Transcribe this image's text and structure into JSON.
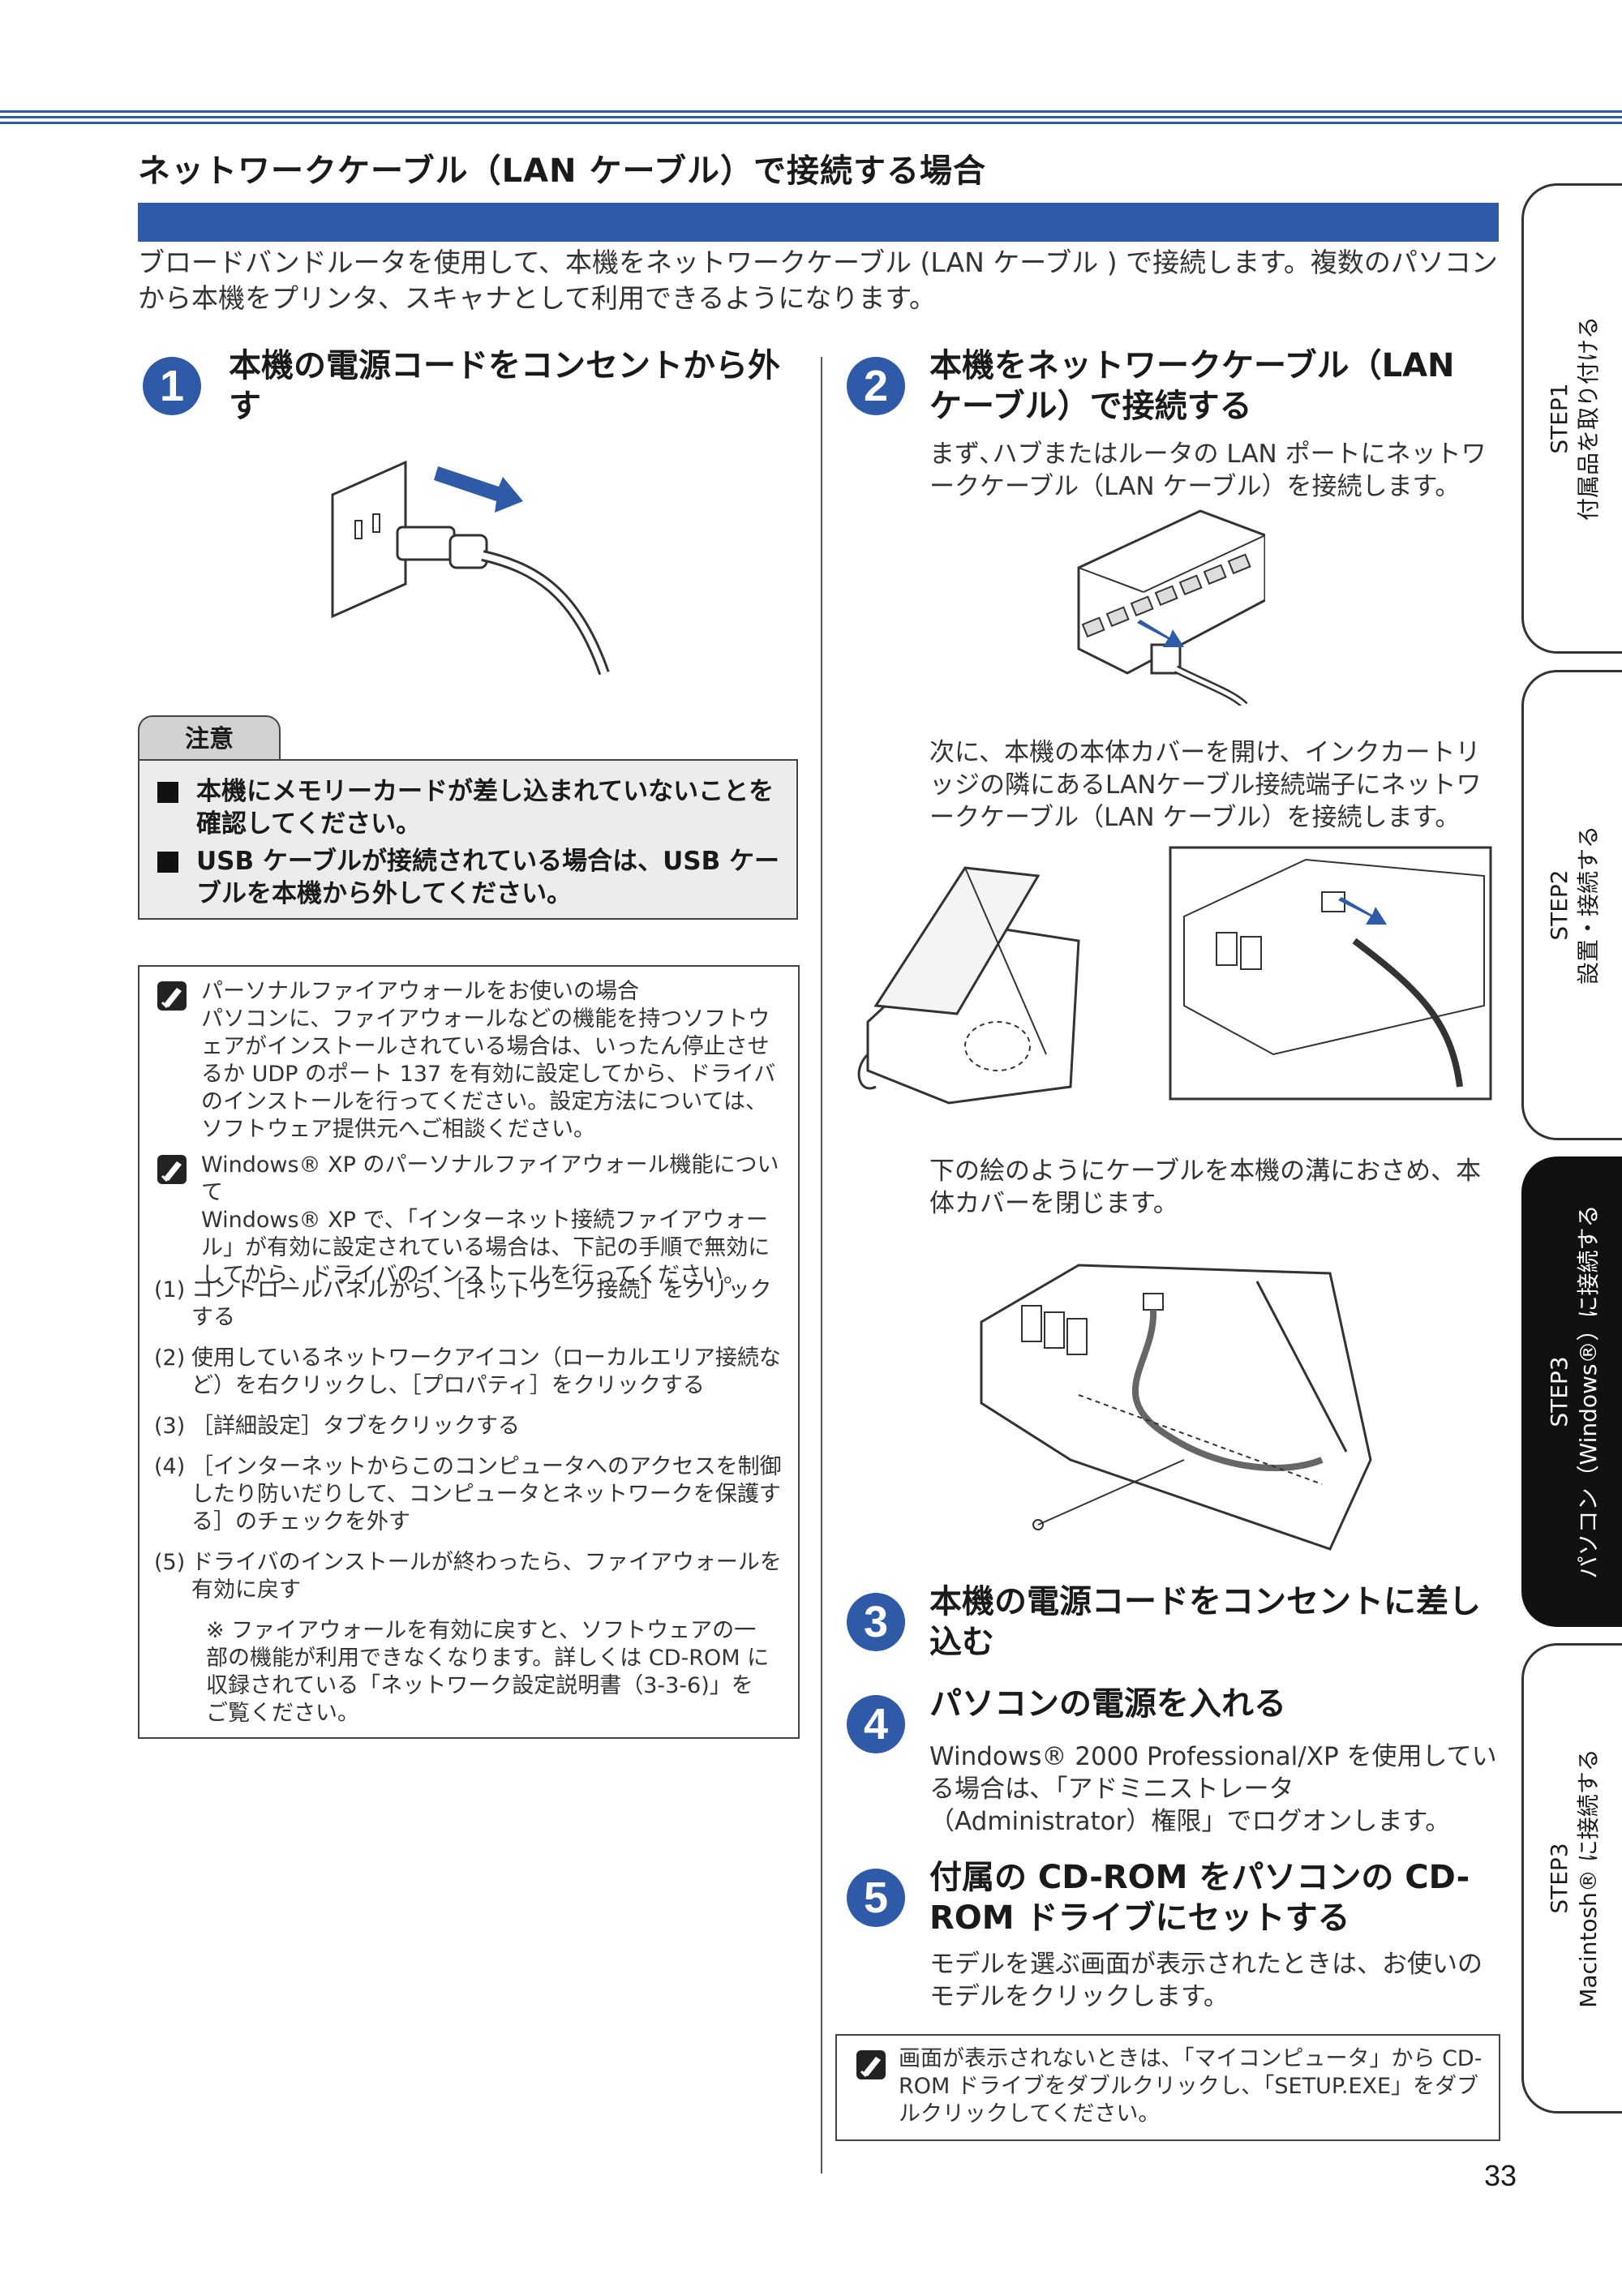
{
  "section_title": "ネットワークケーブル（LAN ケーブル）で接続する場合",
  "intro_text": "ブロードバンドルータを使用して、本機をネットワークケーブル (LAN ケーブル ) で接続します。複数のパソコンから本機をプリンタ、スキャナとして利用できるようになります。",
  "steps": [
    {
      "num": "1",
      "title": "本機の電源コードをコンセントから外す"
    },
    {
      "num": "2",
      "title": "本機をネットワークケーブル（LAN ケーブル）で接続する",
      "text1": "まず､ハブまたはルータの LAN ポートにネットワークケーブル（LAN ケーブル）を接続します。",
      "text2": "次に、本機の本体カバーを開け、インクカートリッジの隣にあるLANケーブル接続端子にネットワークケーブル（LAN ケーブル）を接続します。",
      "text3": "下の絵のようにケーブルを本機の溝におさめ、本体カバーを閉じます。"
    },
    {
      "num": "3",
      "title": "本機の電源コードをコンセントに差し込む"
    },
    {
      "num": "4",
      "title": "パソコンの電源を入れる",
      "text": "Windows® 2000 Professional/XP を使用している場合は､「アドミニストレータ（Administrator）権限」でログオンします。"
    },
    {
      "num": "5",
      "title": "付属の CD-ROM をパソコンの CD-ROM ドライブにセットする",
      "text": "モデルを選ぶ画面が表示されたときは、お使いのモデルをクリックします。"
    }
  ],
  "caution": {
    "label": "注意",
    "items": [
      "本機にメモリーカードが差し込まれていないことを確認してください。",
      "USB ケーブルが接続されている場合は、USB ケーブルを本機から外してください。"
    ]
  },
  "note_firewall": {
    "title": "パーソナルファイアウォールをお使いの場合",
    "text": "パソコンに、ファイアウォールなどの機能を持つソフトウェアがインストールされている場合は、いったん停止させるか UDP のポート 137 を有効に設定してから、ドライバのインストールを行ってください。設定方法については、ソフトウェア提供元へご相談ください。"
  },
  "note_xp": {
    "title": "Windows® XP のパーソナルファイアウォール機能について",
    "text": "Windows® XP で､「インターネット接続ファイアウォール」が有効に設定されている場合は、下記の手順で無効にしてから、ドライバのインストールを行ってください。",
    "list": [
      {
        "n": "(1)",
        "t": "コントロールパネルから、［ネットワーク接続］をクリックする"
      },
      {
        "n": "(2)",
        "t": "使用しているネットワークアイコン（ローカルエリア接続など）を右クリックし、［プロパティ］をクリックする"
      },
      {
        "n": "(3)",
        "t": "［詳細設定］タブをクリックする"
      },
      {
        "n": "(4)",
        "t": "［インターネットからこのコンピュータへのアクセスを制御したり防いだりして、コンピュータとネットワークを保護する］のチェックを外す"
      },
      {
        "n": "(5)",
        "t": "ドライバのインストールが終わったら、ファイアウォールを有効に戻す"
      }
    ],
    "remark": "※ ファイアウォールを有効に戻すと、ソフトウェアの一部の機能が利用できなくなります。詳しくは CD-ROM に収録されている「ネットワーク設定説明書（3-3-6)」をご覧ください。"
  },
  "note_cd": "画面が表示されないときは､「マイコンピュータ」から CD-ROM ドライブをダブルクリックし､「SETUP.EXE」をダブルクリックしてください。",
  "side_tabs": [
    {
      "line1": "STEP1",
      "line2": "付属品を取り付ける",
      "active": false
    },
    {
      "line1": "STEP2",
      "line2": "設置・接続する",
      "active": false
    },
    {
      "line1": "STEP3",
      "line2": "パソコン（Windows®）に接続する",
      "active": true
    },
    {
      "line1": "STEP3",
      "line2": "Macintosh® に接続する",
      "active": false
    }
  ],
  "page_number": "33",
  "colors": {
    "accent": "#2e5aa8",
    "caution_bg": "#ececec",
    "active_tab": "#111111"
  }
}
